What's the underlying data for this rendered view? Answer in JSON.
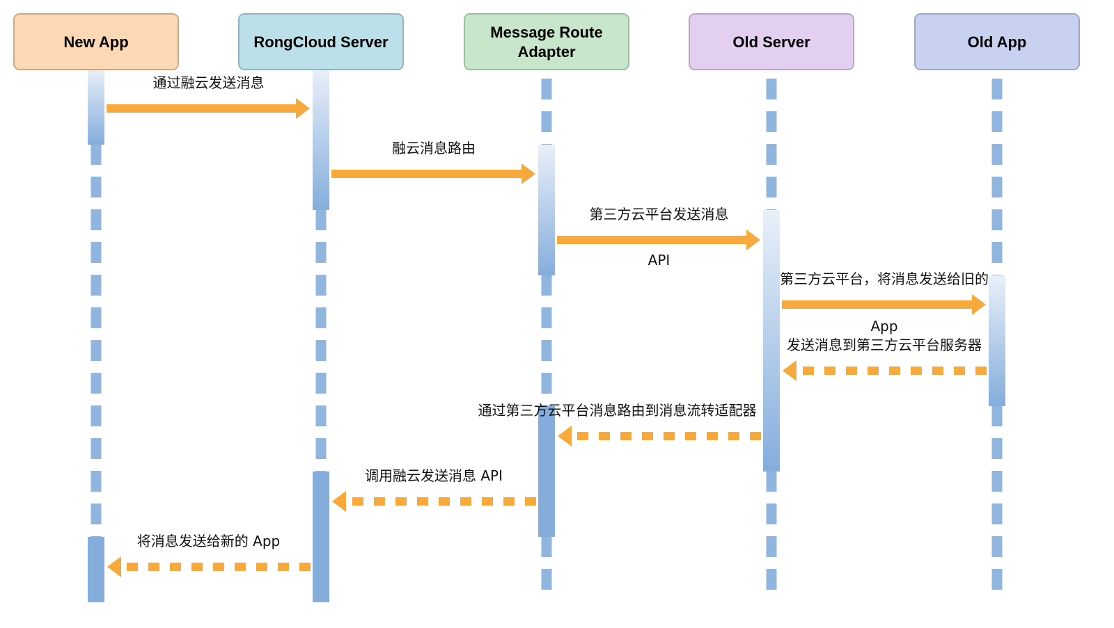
{
  "actors": [
    {
      "id": "new-app",
      "label_lines": [
        "New App"
      ],
      "fill": "#FCD9B4",
      "stroke": "#C9A887"
    },
    {
      "id": "rongcloud-server",
      "label_lines": [
        "RongCloud Server"
      ],
      "fill": "#BCE0E9",
      "stroke": "#93B4BD"
    },
    {
      "id": "message-route-adapter",
      "label_lines": [
        "Message Route",
        "Adapter"
      ],
      "fill": "#C8E6CA",
      "stroke": "#9DBD9F"
    },
    {
      "id": "old-server",
      "label_lines": [
        "Old Server"
      ],
      "fill": "#E3CFF0",
      "stroke": "#B9A6C7"
    },
    {
      "id": "old-app",
      "label_lines": [
        "Old App"
      ],
      "fill": "#C9D1F1",
      "stroke": "#A0A8C8"
    }
  ],
  "messages": [
    {
      "from": 0,
      "to": 1,
      "style": "solid",
      "label_lines": [
        "通过融云发送消息"
      ]
    },
    {
      "from": 1,
      "to": 2,
      "style": "solid",
      "label_lines": [
        "融云消息路由"
      ]
    },
    {
      "from": 2,
      "to": 3,
      "style": "solid",
      "label_lines": [
        "第三方云平台发送消息",
        "API"
      ]
    },
    {
      "from": 3,
      "to": 4,
      "style": "solid",
      "label_lines": [
        "第三方云平台，将消息发送给旧的",
        "App"
      ]
    },
    {
      "from": 4,
      "to": 3,
      "style": "dashed",
      "label_lines": [
        "发送消息到第三方云平台服务器"
      ]
    },
    {
      "from": 3,
      "to": 2,
      "style": "dashed",
      "label_lines": [
        "通过第三方云平台消息路由到消息流转适配器"
      ]
    },
    {
      "from": 2,
      "to": 1,
      "style": "dashed",
      "label_lines": [
        "调用融云发送消息 API"
      ]
    },
    {
      "from": 1,
      "to": 0,
      "style": "dashed",
      "label_lines": [
        "将消息发送给新的 App"
      ]
    }
  ],
  "colors": {
    "arrow": "#F7A93C",
    "lifeline": "#84ADDC",
    "activation_top": "#E9F0F9",
    "activation_bottom": "#84ADDC"
  }
}
